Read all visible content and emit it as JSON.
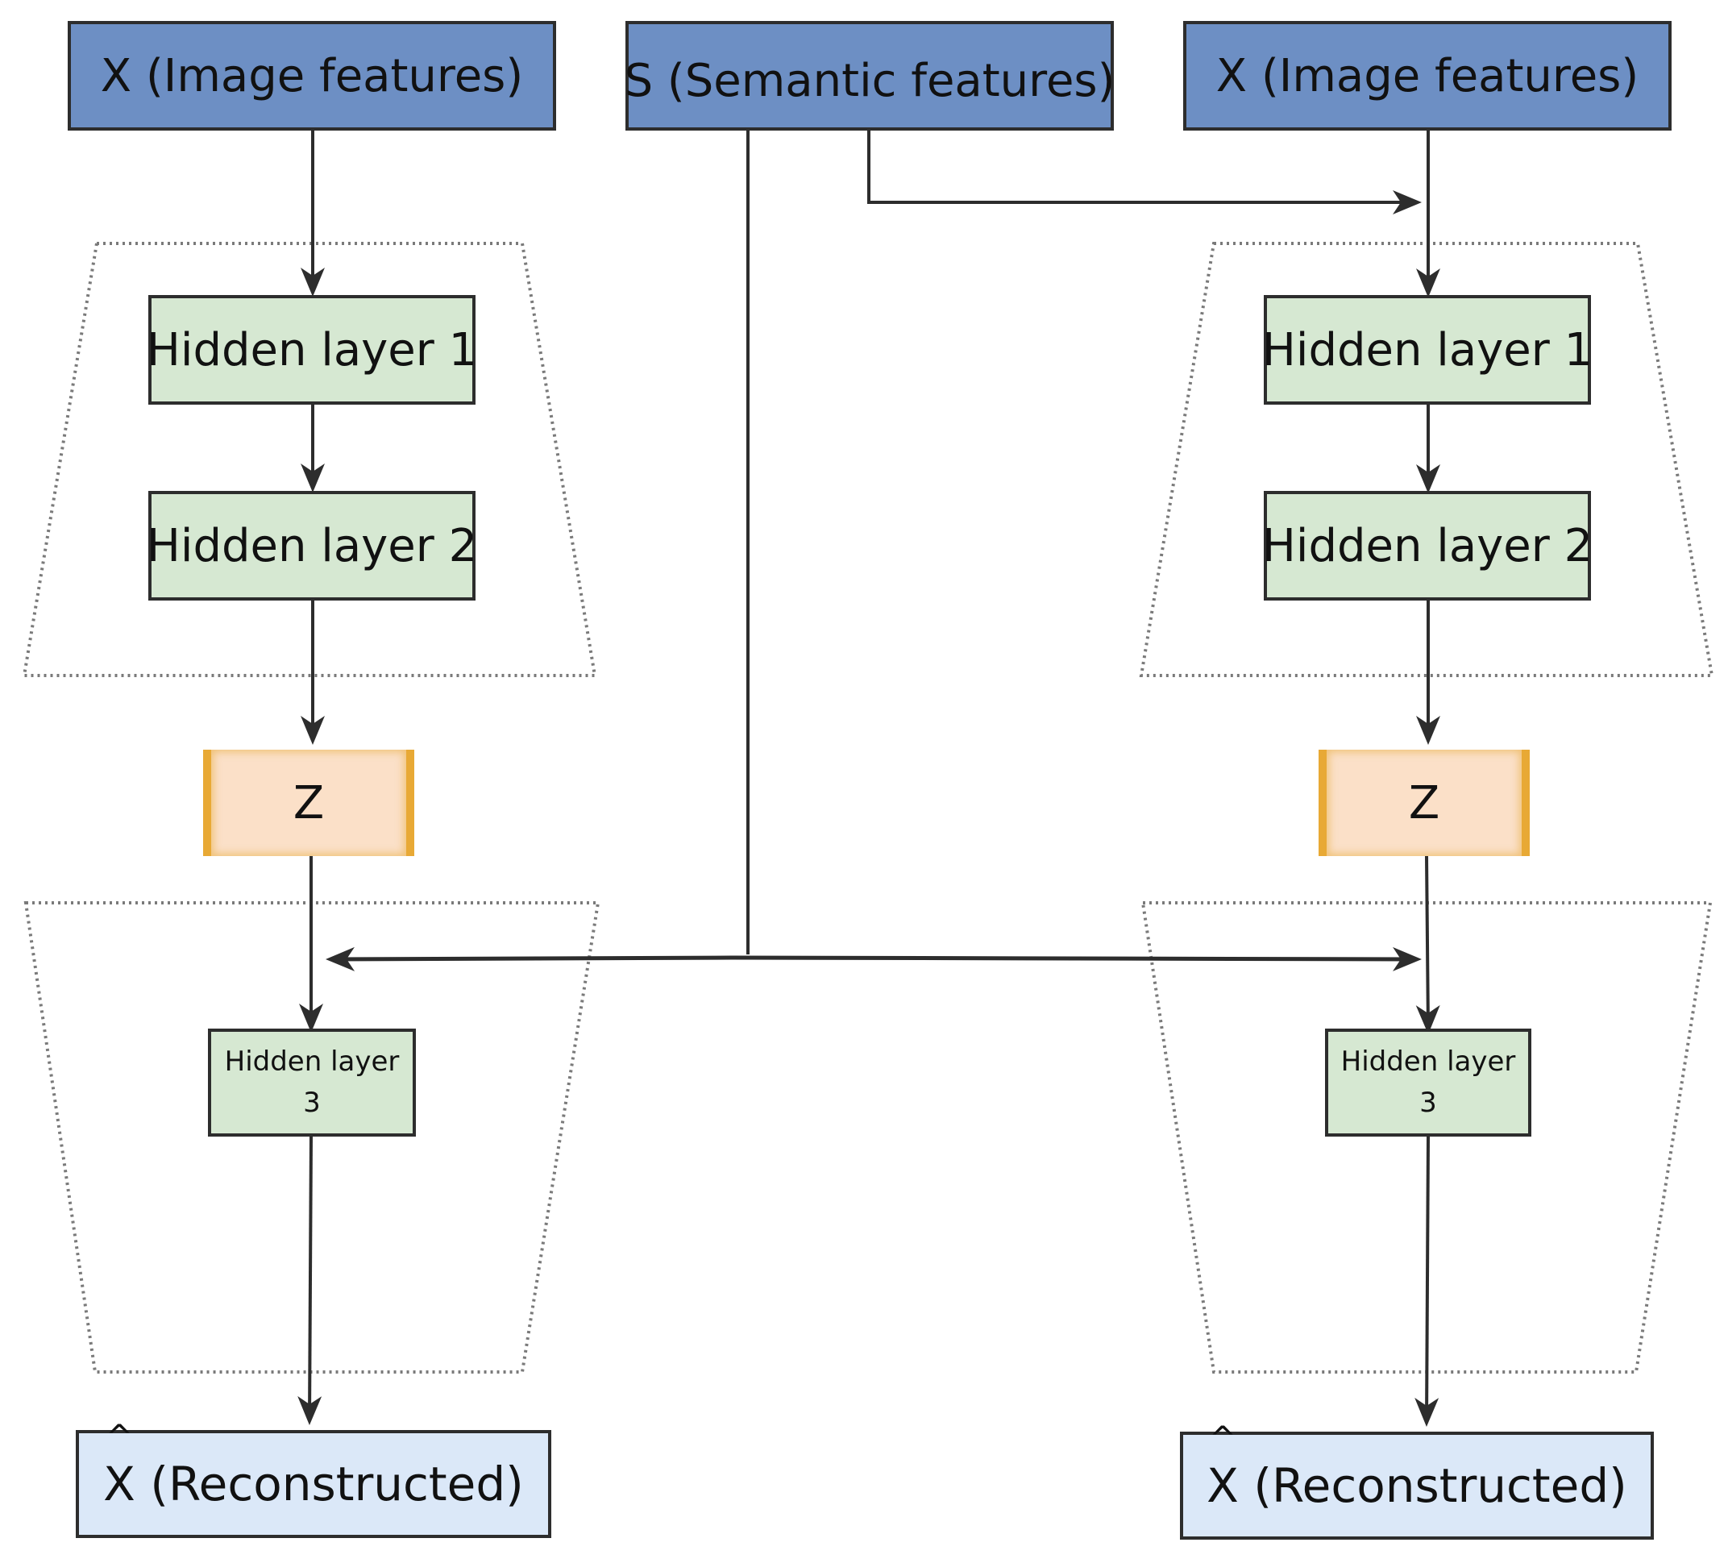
{
  "left_branch": {
    "input_label": "X (Image features)",
    "hidden1_label": "Hidden layer 1",
    "hidden2_label": "Hidden layer 2",
    "latent_label": "Z",
    "hidden3_line1": "Hidden layer",
    "hidden3_line2": "3",
    "output_symbol": "X",
    "output_hat": "^",
    "output_text": " (Reconstructed)"
  },
  "center": {
    "semantic_label": "S (Semantic features)"
  },
  "right_branch": {
    "input_label": "X (Image features)",
    "hidden1_label": "Hidden layer 1",
    "hidden2_label": "Hidden layer 2",
    "latent_label": "Z",
    "hidden3_line1": "Hidden layer",
    "hidden3_line2": "3",
    "output_symbol": "X",
    "output_hat": "^",
    "output_text": " (Reconstructed)"
  },
  "colors": {
    "input": "#6d8fc4",
    "hidden": "#d6e8d2",
    "latent_fill": "#fbe0c8",
    "latent_edge": "#e8a935",
    "output": "#dbe8f8",
    "line": "#2d2d2d"
  }
}
